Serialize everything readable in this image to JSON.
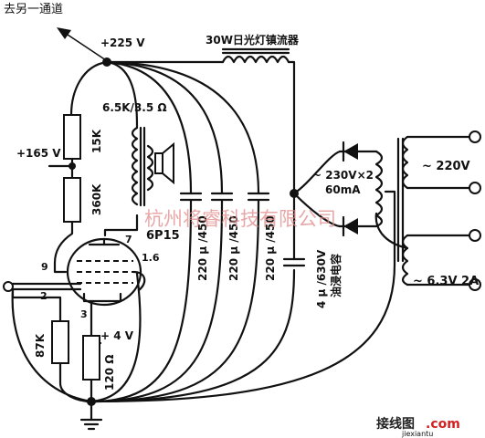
{
  "labels": {
    "to_other_channel": "去另一通道",
    "b_plus_225": "+225 V",
    "ballast": "30W日光灯镇流器",
    "transformer_imp": "6.5K/3.5 Ω",
    "v165": "+165 V",
    "r15k": "15K",
    "r360k": "360K",
    "pin7": "7",
    "tube": "6P15",
    "pin9": "9",
    "pin16": "1.6",
    "pin2": "2",
    "pin3": "3",
    "r87k": "87K",
    "v4": "+ 4 V",
    "r120": "120 Ω",
    "cap1": "220 μ /450",
    "cap2": "220 μ /450",
    "cap3": "220 μ /450",
    "cap_oil": "4 μ /630V",
    "cap_oil_note": "油浸电容",
    "hv_secondary": "~ 230V×2",
    "hv_current": "60mA",
    "mains": "~ 220V",
    "heater": "~ 6.3V 2A"
  },
  "watermark": "杭州将睿科技有限公司",
  "logo": {
    "text": "接线图",
    "suffix": ".com",
    "url": "jiexiantu"
  }
}
